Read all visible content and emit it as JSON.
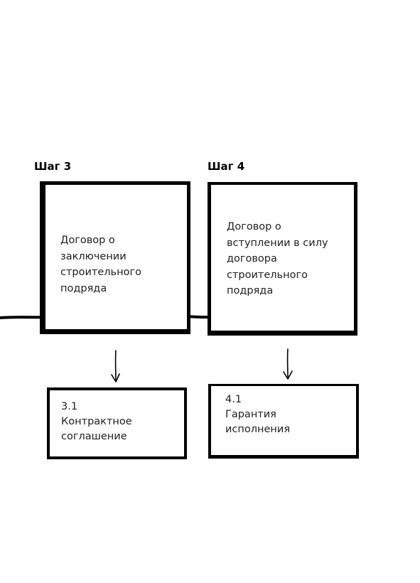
{
  "steps": [
    {
      "label": "Шаг 3",
      "main_box_text": "Договор о\nзаключении\nстроительного\nподряда",
      "sub_box_text": "3.1\nКонтрактное\nсоглашение"
    },
    {
      "label": "Шаг 4",
      "main_box_text": "Договор о\nвступлении в силу\nдоговора\nстроительного\nподряда",
      "sub_box_text": "4.1\nГарантия\nисполнения"
    }
  ],
  "colors": {
    "stroke": "#000000",
    "text": "#222222",
    "background": "#ffffff"
  }
}
